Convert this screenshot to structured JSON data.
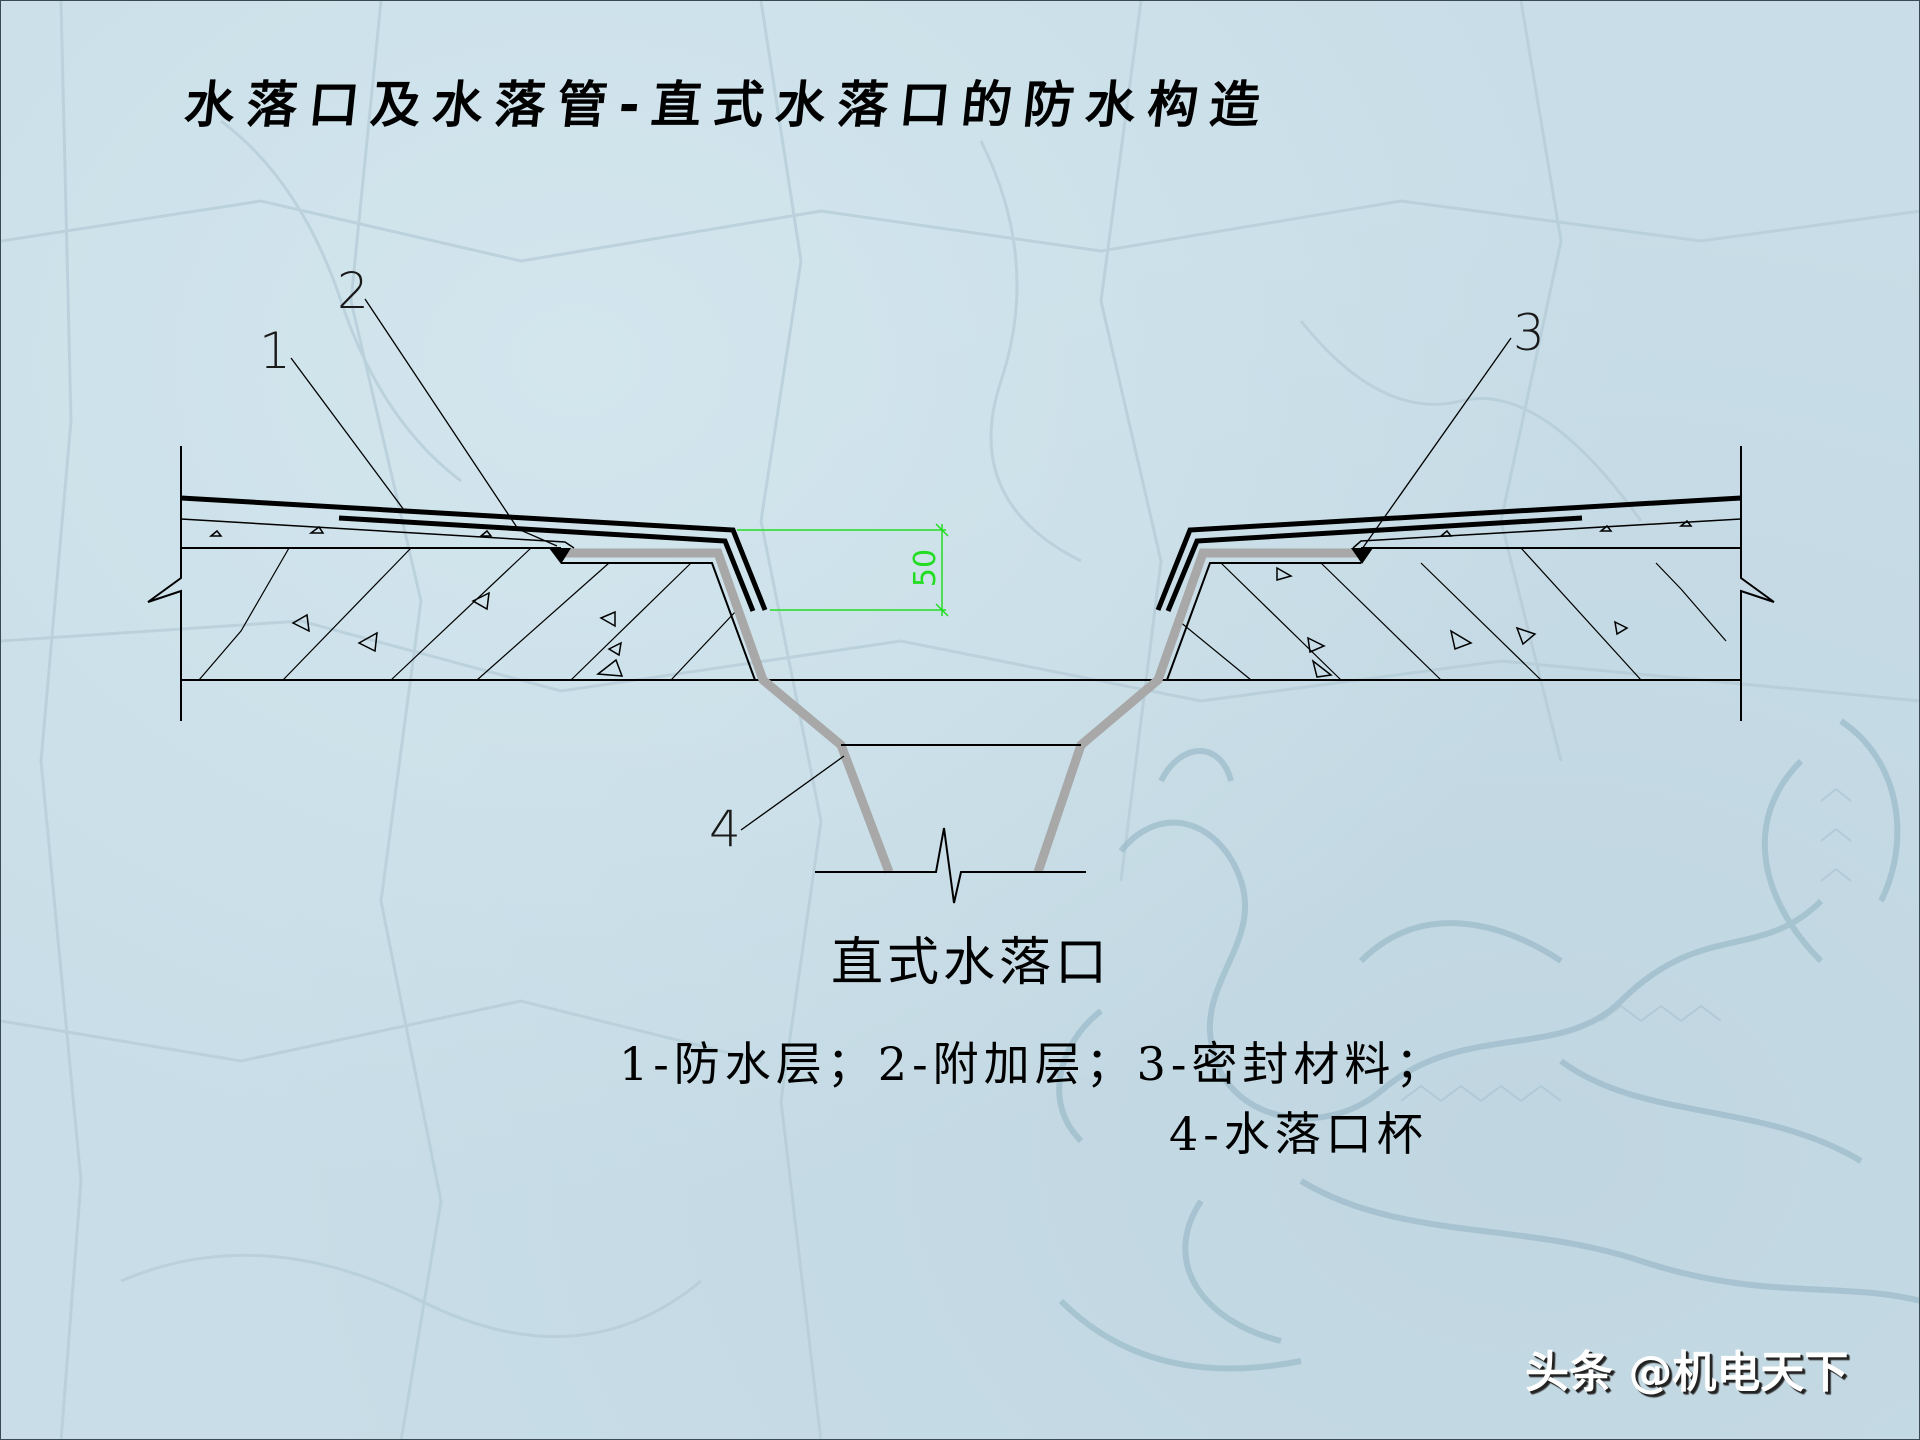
{
  "title": "水落口及水落管-直式水落口的防水构造",
  "drawing": {
    "callouts": [
      {
        "id": "1",
        "label": "1"
      },
      {
        "id": "2",
        "label": "2"
      },
      {
        "id": "3",
        "label": "3"
      },
      {
        "id": "4",
        "label": "4"
      }
    ],
    "dimension": {
      "value": "50",
      "color": "#22dd22"
    },
    "colors": {
      "line": "#000000",
      "drain_cup": "#a8a8a8",
      "dimension": "#22dd22",
      "background": "#c8dde7"
    }
  },
  "caption": "直式水落口",
  "legend": {
    "line1": "1-防水层；2-附加层；3-密封材料；",
    "line2": "4-水落口杯",
    "items": [
      {
        "number": "1",
        "name": "防水层"
      },
      {
        "number": "2",
        "name": "附加层"
      },
      {
        "number": "3",
        "name": "密封材料"
      },
      {
        "number": "4",
        "name": "水落口杯"
      }
    ]
  },
  "watermark": "头条 @机电天下"
}
